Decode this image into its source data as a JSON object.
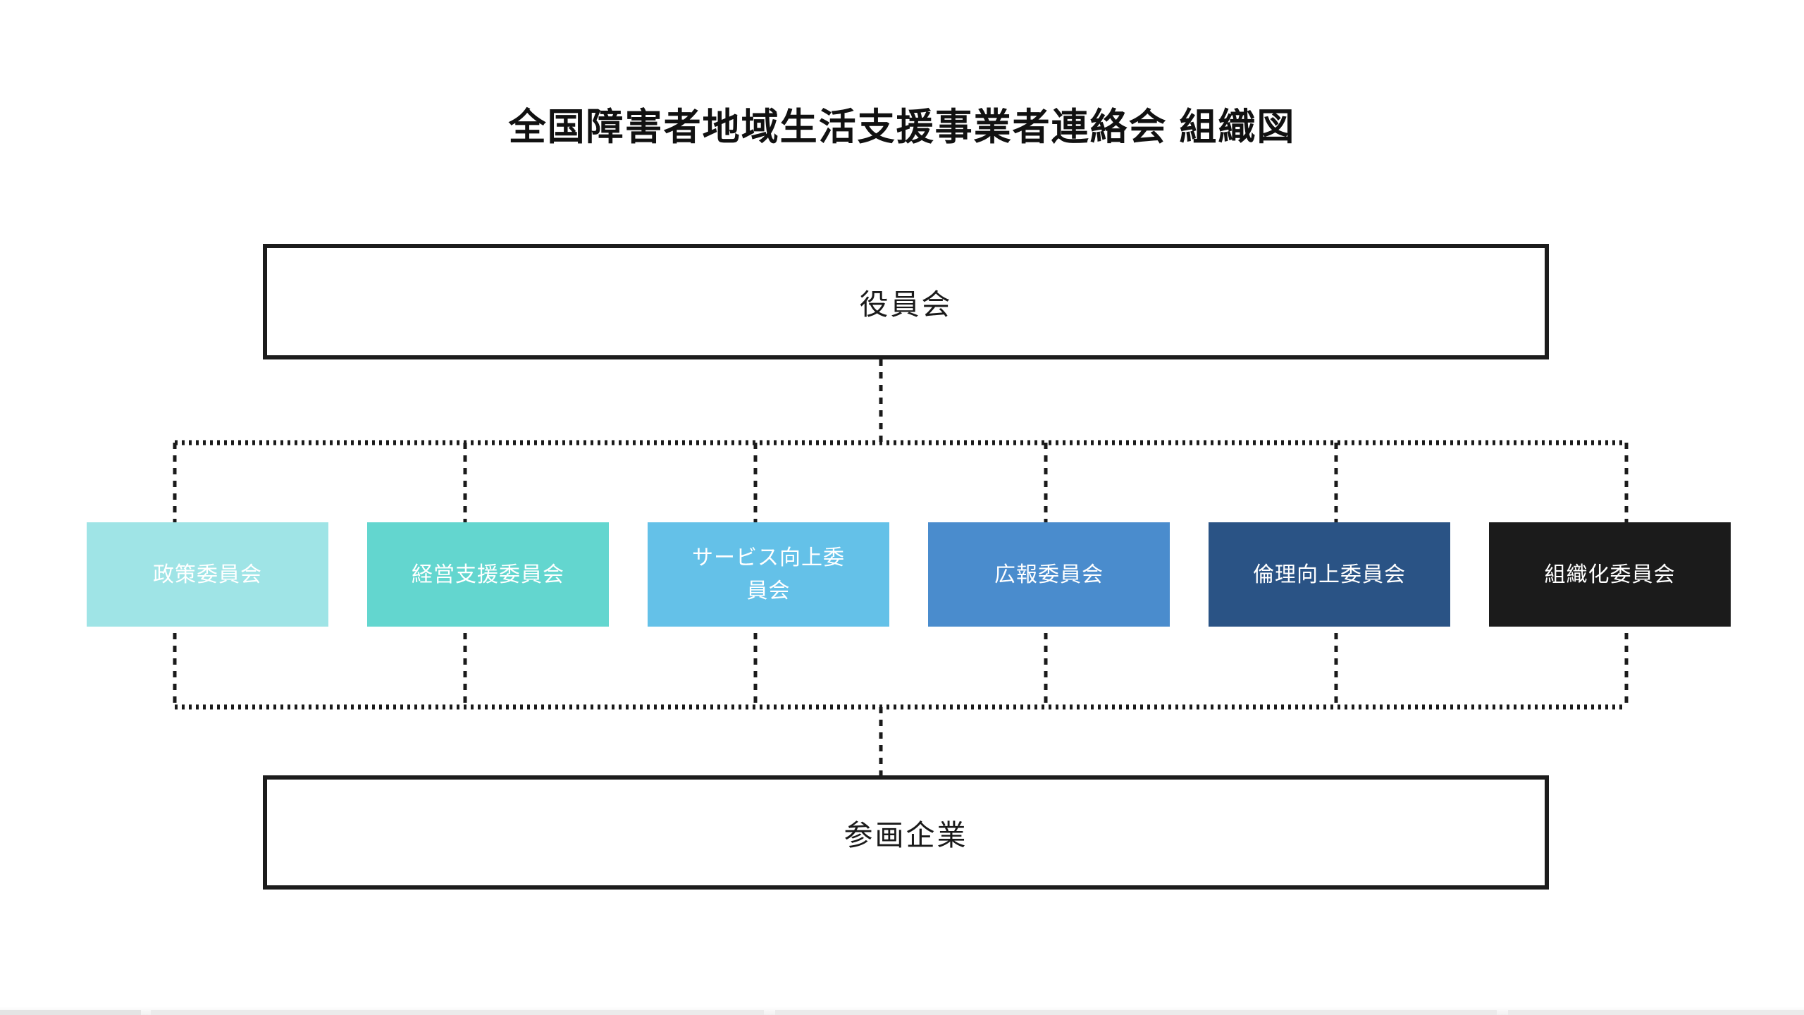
{
  "title": "全国障害者地域生活支援事業者連絡会 組織図",
  "board": {
    "label": "役員会"
  },
  "committees": [
    {
      "label": "政策委員会",
      "color": "#9fe4e6"
    },
    {
      "label": "経営支援委員会",
      "color": "#63d6cf"
    },
    {
      "label": "サービス向上委\n員会",
      "color": "#64c1e8"
    },
    {
      "label": "広報委員会",
      "color": "#4a8ccd"
    },
    {
      "label": "倫理向上委員会",
      "color": "#2a5385"
    },
    {
      "label": "組織化委員会",
      "color": "#1b1b1b"
    }
  ],
  "participants": {
    "label": "参画企業"
  },
  "colors": {
    "connector": "#1a1a1a",
    "box_text": "#ffffff",
    "background": "#ffffff"
  }
}
